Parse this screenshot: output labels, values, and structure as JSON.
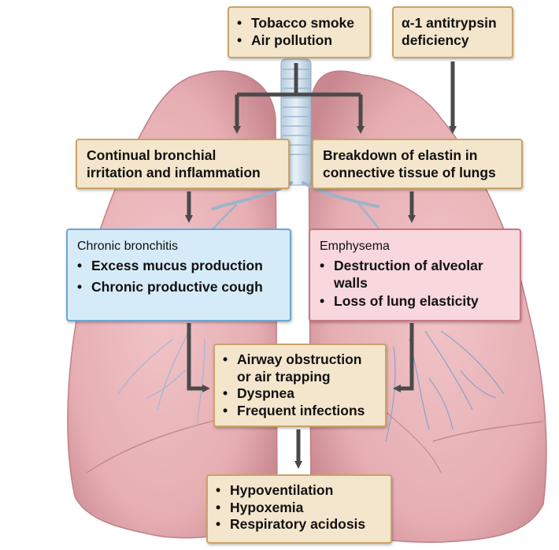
{
  "causes": {
    "environmental": [
      "Tobacco smoke",
      "Air pollution"
    ],
    "genetic_line1": "α-1 antitrypsin",
    "genetic_line2": "deficiency"
  },
  "pathway": {
    "irritation_line1": "Continual bronchial",
    "irritation_line2": "irritation and inflammation",
    "elastin_line1": "Breakdown of elastin in",
    "elastin_line2": "connective tissue of lungs"
  },
  "chronic_bronchitis": {
    "title": "Chronic bronchitis",
    "features": [
      "Excess mucus production",
      "Chronic productive cough"
    ]
  },
  "emphysema": {
    "title": "Emphysema",
    "feature1_line1": "Destruction of alveolar",
    "feature1_line2": "walls",
    "feature2": "Loss of lung elasticity"
  },
  "consequences": {
    "item1_line1": "Airway obstruction",
    "item1_line2": "or air trapping",
    "item2": "Dyspnea",
    "item3": "Frequent infections"
  },
  "outcomes": [
    "Hypoventilation",
    "Hypoxemia",
    "Respiratory acidosis"
  ],
  "colors": {
    "tan_box": "#f4e6cc",
    "blue_box": "#d6ebf8",
    "pink_box": "#f8d7dd",
    "arrow": "#4a4a4a",
    "lung": "#e9b3b8"
  }
}
